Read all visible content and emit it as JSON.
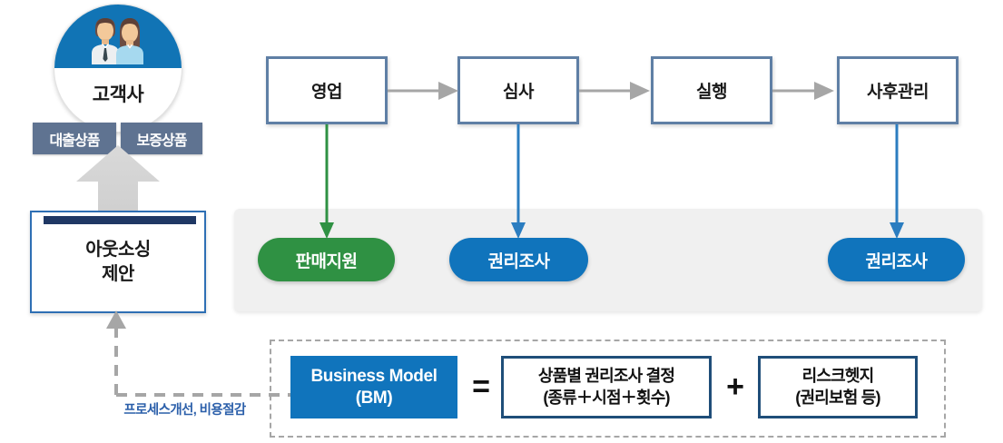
{
  "diagram": {
    "title": "Outsourcing business model process diagram",
    "customer": {
      "label": "고객사",
      "icon": "two-people-icon",
      "top_color": "#1174b5"
    },
    "product_tags": [
      {
        "label": "대출상품",
        "name": "loan-product"
      },
      {
        "label": "보증상품",
        "name": "guarantee-product"
      }
    ],
    "outsourcing": {
      "line1": "아웃소싱",
      "line2": "제안",
      "border_color": "#2e6fb4",
      "bar_color": "#1f3864"
    },
    "feedback": {
      "label": "프로세스개선, 비용절감",
      "color": "#2b5faa",
      "line_style": "dashed"
    },
    "process_steps": [
      {
        "label": "영업",
        "name": "sales"
      },
      {
        "label": "심사",
        "name": "review"
      },
      {
        "label": "실행",
        "name": "execution"
      },
      {
        "label": "사후관리",
        "name": "after-care"
      }
    ],
    "service_pills": [
      {
        "label": "판매지원",
        "name": "sales-support",
        "color": "#2f9143"
      },
      {
        "label": "권리조사",
        "name": "rights-survey-1",
        "color": "#1074bc"
      },
      {
        "label": "권리조사",
        "name": "rights-survey-2",
        "color": "#1074bc"
      }
    ],
    "band_color": "#f0f0f0",
    "arrow_colors": {
      "process": "#a6a6a6",
      "sales_drop": "#2f9143",
      "survey_drop": "#2b7dc0",
      "big_up": "#d0d0d0"
    }
  },
  "business_model": {
    "bm_title": "Business Model",
    "bm_subtitle": "(BM)",
    "equals": "=",
    "plus": "+",
    "term1_line1": "상품별 권리조사 결정",
    "term1_line2": "(종류＋시점＋횟수)",
    "term2_line1": "리스크헷지",
    "term2_line2": "(권리보험 등)",
    "bm_box_color": "#1074bc",
    "term_border_color": "#1f4e79"
  }
}
